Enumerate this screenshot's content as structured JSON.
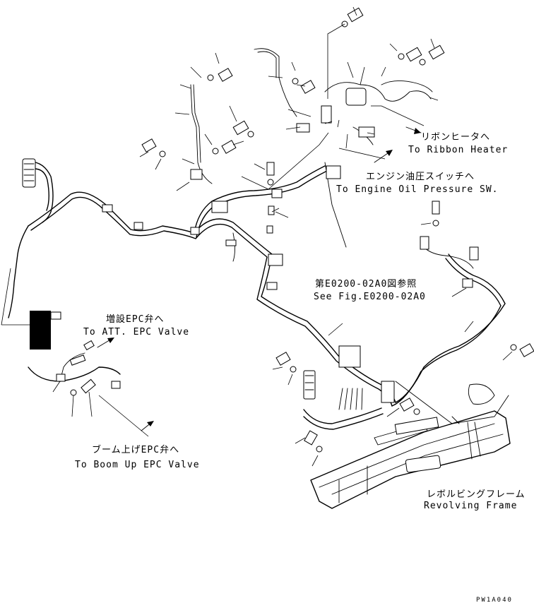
{
  "callouts": {
    "ribbon_heater_jp": "リボンヒータへ",
    "ribbon_heater_en": "To Ribbon Heater",
    "oil_pressure_jp": "エンジン油圧スイッチへ",
    "oil_pressure_en": "To Engine Oil Pressure SW.",
    "see_fig_jp": "第E0200-02A0図参照",
    "see_fig_en": "See Fig.E0200-02A0",
    "att_epc_jp": "増設EPC弁へ",
    "att_epc_en": "To ATT. EPC Valve",
    "boom_epc_jp": "ブーム上げEPC弁へ",
    "boom_epc_en": "To Boom Up EPC Valve",
    "frame_jp": "レボルビングフレーム",
    "frame_en": "Revolving Frame"
  },
  "drawing_code": "PW1A040"
}
